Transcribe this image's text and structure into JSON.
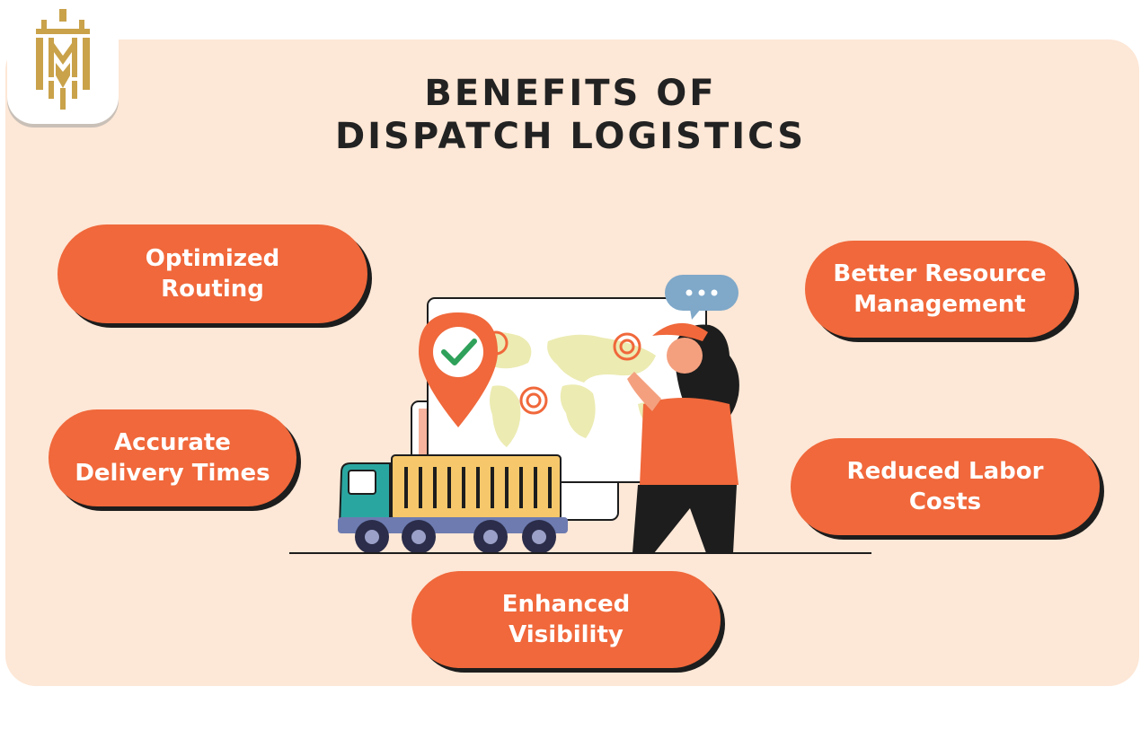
{
  "title": {
    "line1": "BENEFITS OF",
    "line2": "DISPATCH LOGISTICS"
  },
  "benefits": [
    {
      "line1": "Optimized",
      "line2": "Routing"
    },
    {
      "line1": "Better Resource",
      "line2": "Management"
    },
    {
      "line1": "Accurate",
      "line2": "Delivery Times"
    },
    {
      "line1": "Reduced Labor",
      "line2": "Costs"
    },
    {
      "line1": "Enhanced",
      "line2": "Visibility"
    }
  ],
  "colors": {
    "background": "#fde7d6",
    "accent": "#f0683b",
    "text": "#222222",
    "logo_gold": "#c9a24a"
  },
  "icons": [
    "logo-crown-icon",
    "location-pin-icon",
    "checkmark-icon",
    "chat-bubble-icon",
    "delivery-truck-icon",
    "world-map-icon"
  ]
}
